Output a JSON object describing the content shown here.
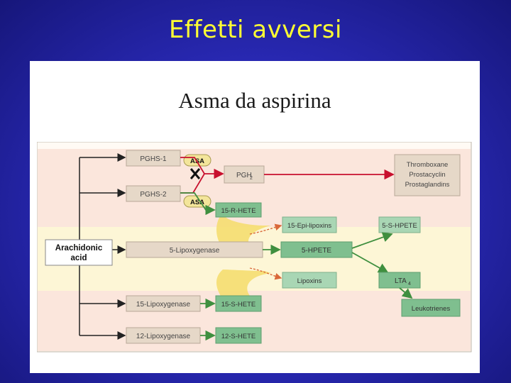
{
  "slide": {
    "title": "Effetti avversi"
  },
  "figure": {
    "title": "Asma da aspirina"
  },
  "diagram": {
    "source": {
      "line1": "Arachidonic",
      "line2": "acid"
    },
    "boxes": {
      "pghs1": "PGHS-1",
      "pghs2": "PGHS-2",
      "pgh2_base": "PGH",
      "pgh2_sub": "2",
      "thromboxane": "Thromboxane",
      "prostacyclin": "Prostacyclin",
      "prostaglandins": "Prostaglandins",
      "hete15_top": "15-R-HETE",
      "epilipoxins": "15-Epi-lipoxins",
      "hpete5": "5-S-HPETE",
      "lipox5": "5-Lipoxygenase",
      "hpete5_mid": "5-HPETE",
      "lipoxins": "Lipoxins",
      "lta4_base": "LTA",
      "lta4_sub": "4",
      "leukotrienes": "Leukotrienes",
      "lipox15": "15-Lipoxygenase",
      "hete15_bottom": "15-S-HETE",
      "lipox12": "12-Lipoxygenase",
      "hete12": "12-S-HETE"
    },
    "asa_label": "ASA",
    "colors": {
      "box_fill": "#e6d8c8",
      "box_green": "#7fbf8f",
      "box_green_light": "#a9d6b4",
      "arrow_red": "#c8102e",
      "arrow_green": "#3f8f3f",
      "band_top": "#fbe6dc",
      "band_middle": "#fdf6d6",
      "band_bottom": "#fbe6dc",
      "channel": "#f5dc6a"
    },
    "icons": {
      "inhibit": "cross-icon"
    }
  }
}
